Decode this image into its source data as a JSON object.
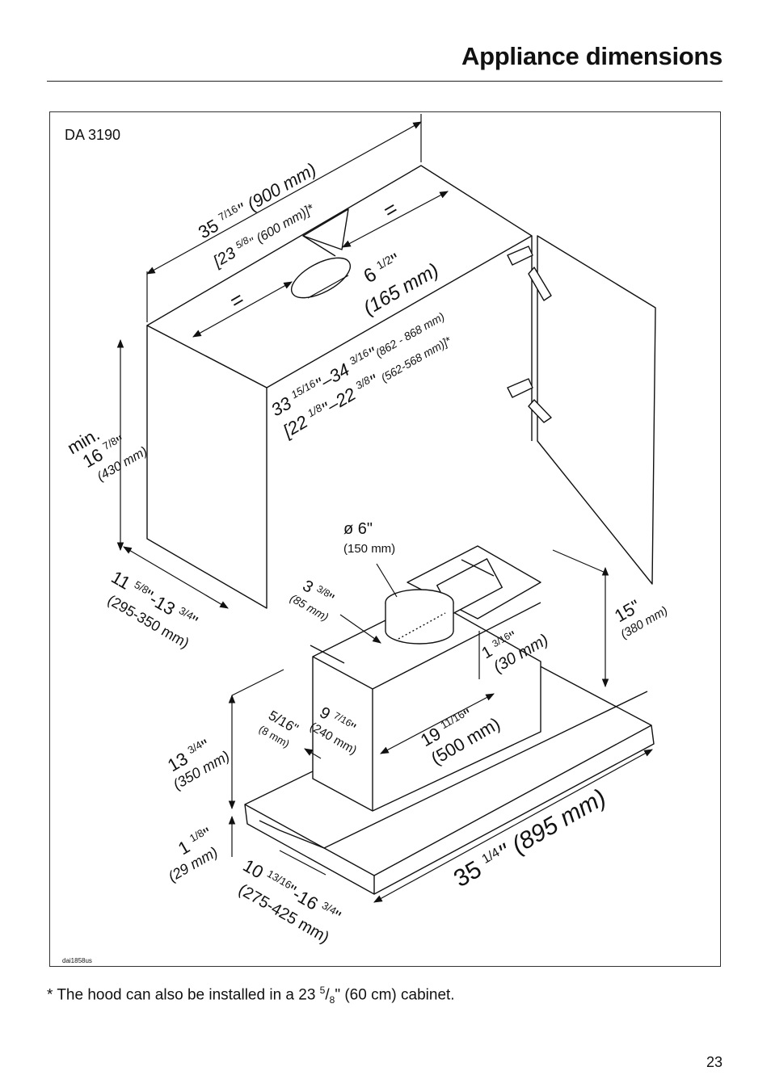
{
  "header": {
    "title": "Appliance dimensions"
  },
  "figure": {
    "model": "DA 3190",
    "ref_code": "dai1858us",
    "dims": {
      "cabinet_width": {
        "imperial_whole": "35",
        "imperial_frac": "7/16",
        "imperial_tail": "\" (900 mm)"
      },
      "cabinet_width_alt": {
        "text_a": "[23",
        "text_frac": "5/8",
        "text_b": "\" (600 mm)]*"
      },
      "hole_offset": {
        "imperial_whole": "6",
        "imperial_frac": "1/2",
        "imperial_tail": "\"",
        "metric": "(165 mm)"
      },
      "inner_width": {
        "a_whole": "33",
        "a_frac": "15/16",
        "a_mid": "\"–34",
        "a_frac2": "3/16",
        "a_tail": "\"",
        "a_metric": "(862 - 868 mm)"
      },
      "inner_width_alt": {
        "b_whole": "[22",
        "b_frac": "1/8",
        "b_mid": "\"–22",
        "b_frac2": "3/8",
        "b_tail": "\"",
        "b_metric": "(562-568 mm)]*"
      },
      "min_height": {
        "label": "min.",
        "imperial_whole": "16",
        "imperial_frac": "7/8",
        "imperial_tail": "\"",
        "metric": "(430 mm)"
      },
      "cabinet_depth": {
        "imperial_whole": "11",
        "imperial_frac": "5/8",
        "imperial_mid": "\"-13",
        "imperial_frac2": "3/4",
        "imperial_tail": "\"",
        "metric": "(295-350 mm)"
      },
      "duct_diameter": {
        "imperial": "ø 6\"",
        "metric": "(150 mm)"
      },
      "duct_offset": {
        "imperial_whole": "3",
        "imperial_frac": "3/8",
        "imperial_tail": "\"",
        "metric": "(85 mm)"
      },
      "unit_height": {
        "imperial": "15\"",
        "metric": "(380 mm)"
      },
      "top_step": {
        "imperial_whole": "1",
        "imperial_frac": "3/16",
        "imperial_tail": "\"",
        "metric": "(30 mm)"
      },
      "body_height": {
        "imperial_whole": "9",
        "imperial_frac": "7/16",
        "imperial_tail": "\"",
        "metric": "(240 mm)"
      },
      "body_setback": {
        "imperial_frac": "5/16",
        "imperial_tail": "\"",
        "metric": "(8 mm)"
      },
      "body_width": {
        "imperial_whole": "19",
        "imperial_frac": "11/16",
        "imperial_tail": "\"",
        "metric": "(500 mm)"
      },
      "total_depth": {
        "imperial_whole": "13",
        "imperial_frac": "3/4",
        "imperial_tail": "\"",
        "metric": "(350 mm)"
      },
      "visor_height": {
        "imperial_whole": "1",
        "imperial_frac": "1/8",
        "imperial_tail": "\"",
        "metric": "(29 mm)"
      },
      "visor_depth": {
        "imperial_whole": "10",
        "imperial_frac": "13/16",
        "imperial_mid": "\"-16",
        "imperial_frac2": "3/4",
        "imperial_tail": "\"",
        "metric": "(275-425 mm)"
      },
      "visor_width": {
        "imperial_whole": "35",
        "imperial_frac": "1/4",
        "imperial_tail": "\" (895 mm)"
      },
      "equal_sign": "="
    }
  },
  "footnote": {
    "prefix": "* The hood can also be installed in a 23 ",
    "sup": "5",
    "sep": "/",
    "sub": "8",
    "suffix": "\" (60 cm) cabinet."
  },
  "page": {
    "number": "23"
  }
}
